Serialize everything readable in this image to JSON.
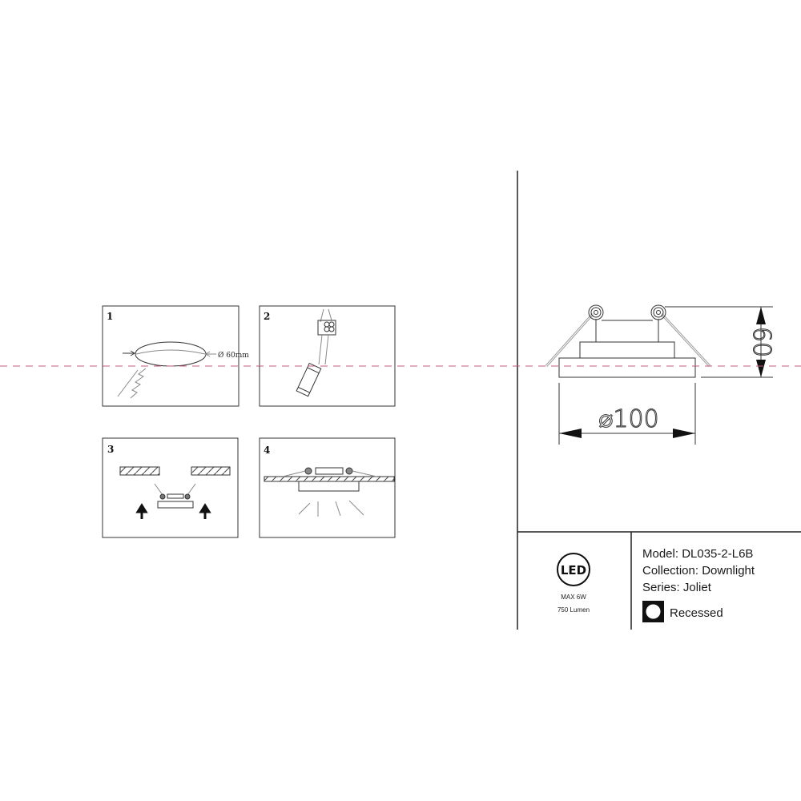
{
  "steps": [
    {
      "number": "1",
      "label": "Ø 60mm"
    },
    {
      "number": "2"
    },
    {
      "number": "3"
    },
    {
      "number": "4"
    }
  ],
  "dimensions": {
    "height": "60",
    "diameter": "⌀100"
  },
  "badge": {
    "logo": "LED",
    "power": "MAX 6W",
    "lumen": "750 Lumen"
  },
  "specs": {
    "model": "Model: DL035-2-L6B",
    "collection": "Collection: Downlight",
    "series": "Series: Joliet",
    "type": "Recessed"
  },
  "colors": {
    "guide_line": "#c4587c",
    "line": "#333333"
  }
}
